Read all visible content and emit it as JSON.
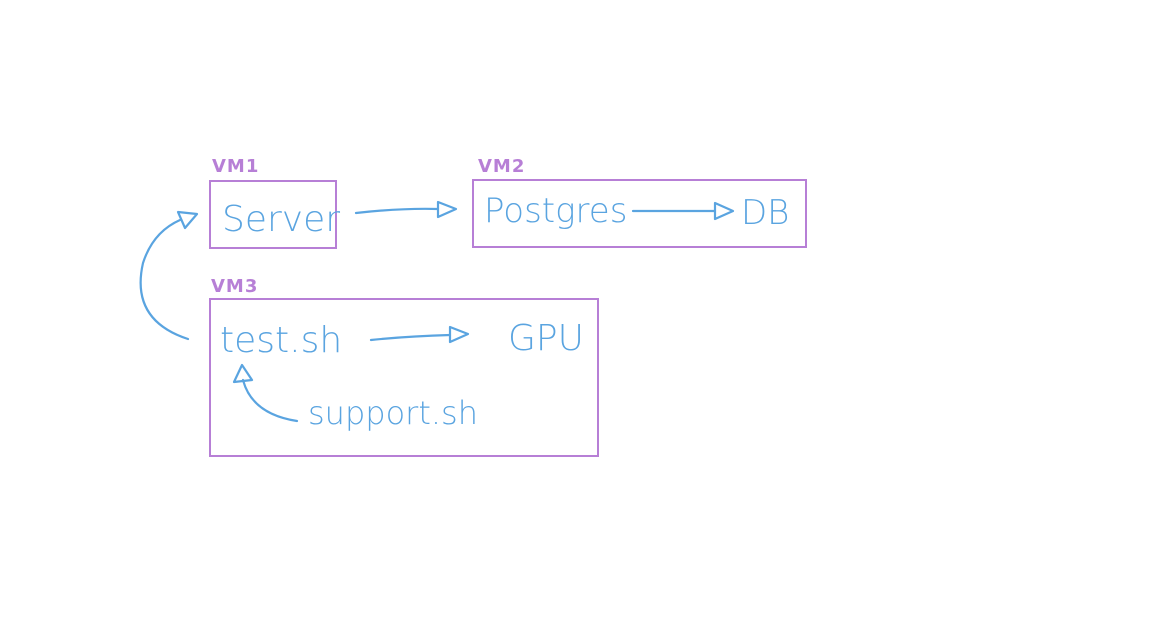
{
  "colors": {
    "box": "#b77fd6",
    "label": "#b77fd6",
    "ink": "#5aa4e0",
    "background": "#ffffff"
  },
  "vms": {
    "vm1": {
      "label": "VM1"
    },
    "vm2": {
      "label": "VM2"
    },
    "vm3": {
      "label": "VM3"
    }
  },
  "nodes": {
    "server": "Server",
    "postgres": "Postgres",
    "db": "DB",
    "test_sh": "test.sh",
    "gpu": "GPU",
    "support_sh": "support.sh"
  },
  "edges": [
    {
      "from": "server",
      "to": "postgres"
    },
    {
      "from": "postgres",
      "to": "db"
    },
    {
      "from": "test_sh",
      "to": "gpu"
    },
    {
      "from": "support_sh",
      "to": "test_sh"
    },
    {
      "from": "test_sh",
      "to": "server"
    }
  ]
}
